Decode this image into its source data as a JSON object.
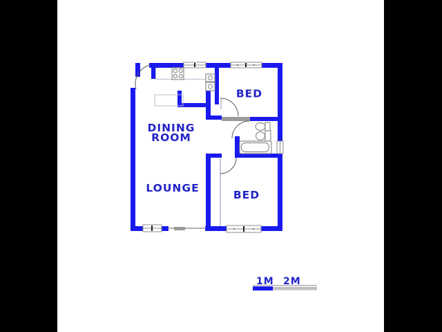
{
  "floor_plan": {
    "labels": {
      "bed_top": "BED",
      "bed_bottom": "BED",
      "dining_line1": "DINING",
      "dining_line2": "ROOM",
      "lounge": "LOUNGE"
    },
    "fixtures": [
      "stove-icon",
      "kitchen-sink-icon",
      "basin-icon",
      "toilet-icon",
      "bathtub-icon"
    ],
    "scale_bar": {
      "label_1m": "1M",
      "label_2m": "2M"
    }
  },
  "colors": {
    "wall": "#1a1aee",
    "label_text": "#2323c8",
    "gray_wall": "#9a9a9a",
    "window_border": "#8c8c8c",
    "fixture": "#8f8f8f",
    "counter": "#b9bccf",
    "scale_blue": "#1a1aee",
    "scale_gray": "#c0c0c0",
    "letterbox": "#000000"
  }
}
